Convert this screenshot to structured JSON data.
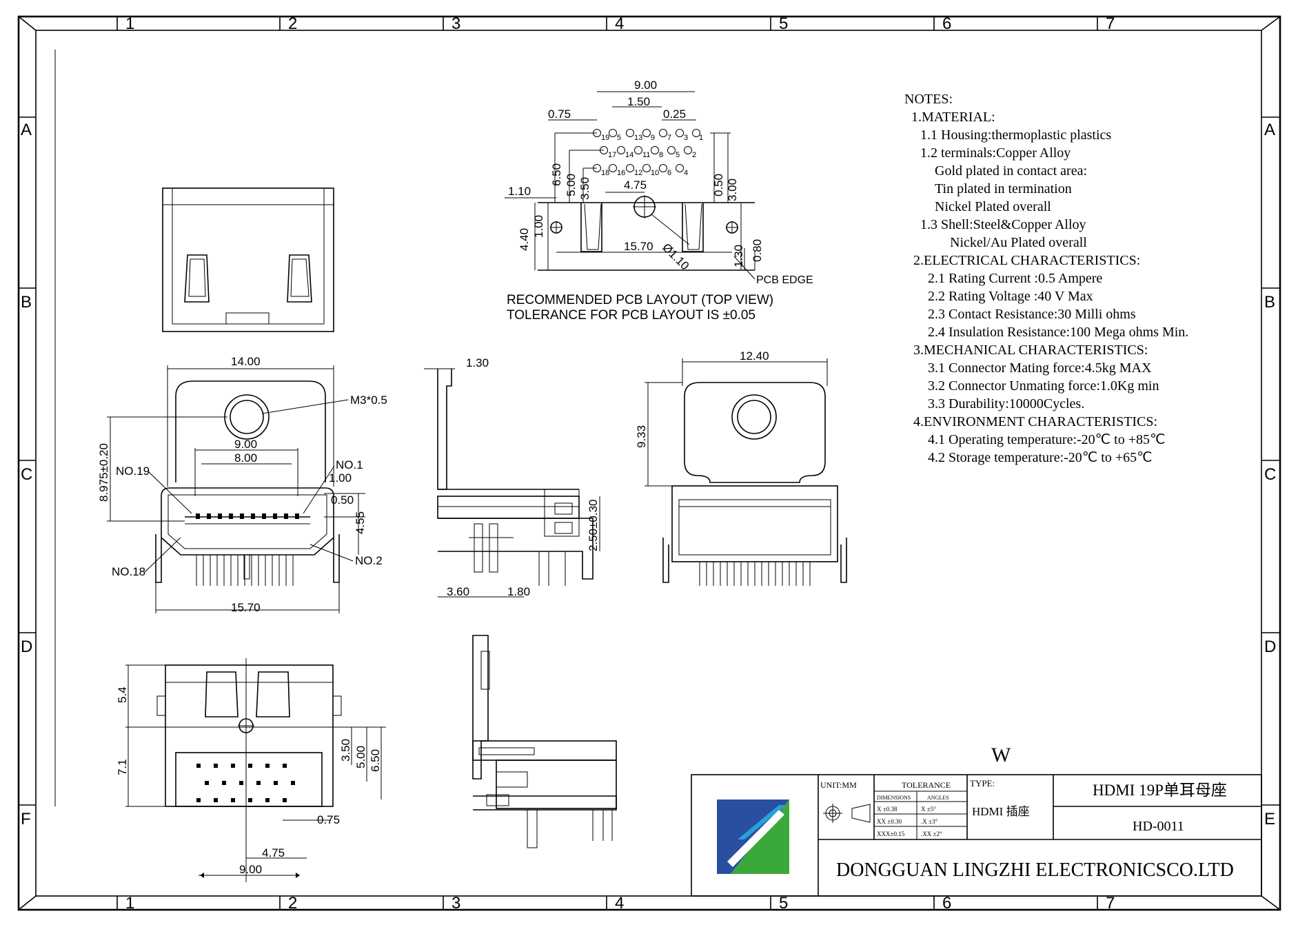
{
  "border": {
    "columns": [
      "1",
      "2",
      "3",
      "4",
      "5",
      "6",
      "7"
    ],
    "rows": [
      "A",
      "B",
      "C",
      "D",
      "E",
      "F"
    ]
  },
  "pcb_layout": {
    "caption_line1": "RECOMMENDED PCB LAYOUT (TOP VIEW)",
    "caption_line2": "TOLERANCE FOR PCB LAYOUT IS ±0.05",
    "pcb_edge": "PCB EDGE",
    "dims": {
      "d900": "9.00",
      "d150": "1.50",
      "d075": "0.75",
      "d025": "0.25",
      "d650": "6.50",
      "d500": "5.00",
      "d350": "3.50",
      "d110": "1.10",
      "d475": "4.75",
      "d440": "4.40",
      "d100": "1.00",
      "d1570": "15.70",
      "d110b": "Ø1.10",
      "d130": "1.30",
      "d080": "0.80",
      "d300": "3.00",
      "d050": "0.50"
    },
    "pins_top": [
      "19",
      "5",
      "13",
      "9",
      "7",
      "3",
      "1"
    ],
    "pins_mid": [
      "17",
      "14",
      "11",
      "8",
      "5",
      "2"
    ],
    "pins_bot": [
      "18",
      "16",
      "12",
      "10",
      "6",
      "4"
    ]
  },
  "front_view": {
    "d1400": "14.00",
    "m3": "M3*0.5",
    "d900": "9.00",
    "d800": "8.00",
    "no1": "NO.1",
    "no19": "NO.19",
    "no18": "NO.18",
    "no2": "NO.2",
    "d100": "1.00",
    "d050": "0.50",
    "d455": "4.55",
    "d8975": "8.975±0.20",
    "d1570": "15.70"
  },
  "side_view": {
    "d130": "1.30",
    "d250": "2.50±0.30",
    "d360": "3.60",
    "d180": "1.80"
  },
  "back_view": {
    "d1240": "12.40",
    "d933": "9.33"
  },
  "bottom_view": {
    "d54": "5.4",
    "d71": "7.1",
    "d350": "3.50",
    "d500": "5.00",
    "d650": "6.50",
    "d075": "0.75",
    "d475": "4.75",
    "d900": "9.00"
  },
  "notes": {
    "heading": "NOTES:",
    "lines": [
      "1.MATERIAL:",
      "1.1 Housing:thermoplastic plastics",
      "1.2 terminals:Copper Alloy",
      "Gold plated in contact area:",
      "Tin plated in termination",
      "Nickel Plated overall",
      "1.3 Shell:Steel&Copper Alloy",
      "Nickel/Au Plated overall",
      "2.ELECTRICAL CHARACTERISTICS:",
      "2.1 Rating Current :0.5 Ampere",
      "2.2 Rating Voltage :40 V Max",
      "2.3 Contact Resistance:30 Milli ohms",
      "2.4 Insulation Resistance:100 Mega ohms Min.",
      "3.MECHANICAL CHARACTERISTICS:",
      "3.1 Connector Mating force:4.5kg MAX",
      "3.2 Connector Unmating force:1.0Kg min",
      "3.3 Durability:10000Cycles.",
      "4.ENVIRONMENT CHARACTERISTICS:",
      "4.1 Operating temperature:-20℃ to +85℃",
      "4.2 Storage temperature:-20℃ to +65℃"
    ]
  },
  "title_block": {
    "mark": "W",
    "unit": "UNIT:MM",
    "tolerance": "TOLERANCE",
    "dimensions": "DIMENSIONS",
    "angles": "ANGLES",
    "tol_rows": [
      [
        "X  ±0.38",
        "X  ±5°"
      ],
      [
        "XX ±0.30",
        ".X  ±3°"
      ],
      [
        "XXX±0.15",
        ".XX ±2°"
      ]
    ],
    "type_label": "TYPE:",
    "type_value": "HDMI 插座",
    "part_name": "HDMI 19P单耳母座",
    "part_no": "HD-0011",
    "company": "DONGGUAN LINGZHI ELECTRONICSCO.LTD",
    "colors": {
      "logo_blue": "#2a4fa0",
      "logo_green": "#3aa83a",
      "logo_cyan": "#2aa0d8"
    }
  }
}
